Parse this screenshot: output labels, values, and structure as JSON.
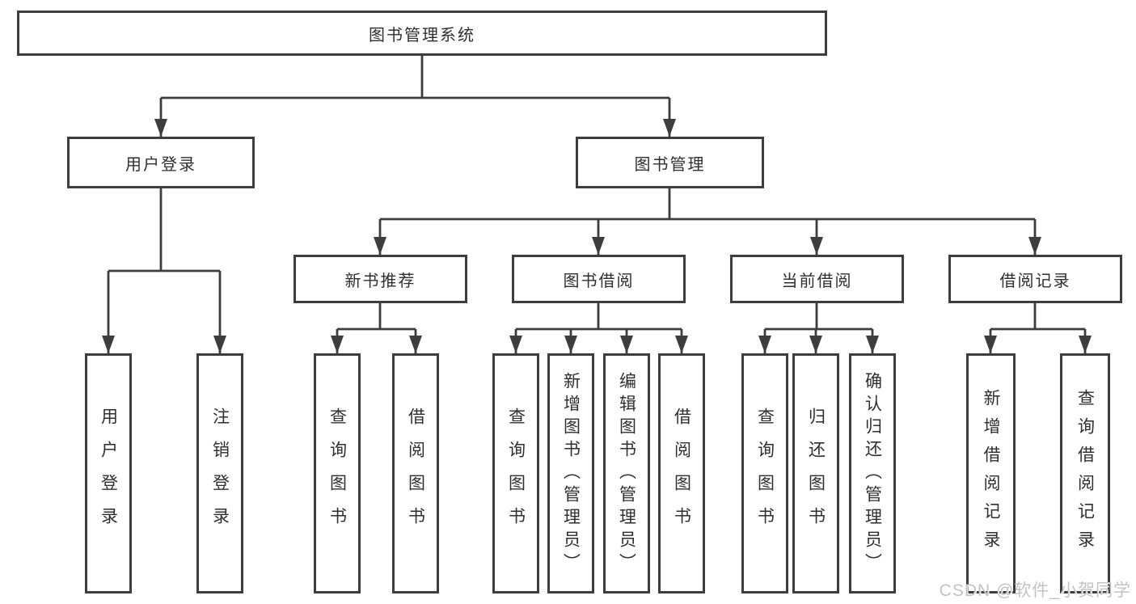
{
  "colors": {
    "line": "#3d3d3d",
    "text": "#2f2f2f",
    "bg": "#ffffff",
    "watermark": "#c3c3c3"
  },
  "nodes": {
    "root": {
      "label": "图书管理系统"
    },
    "level2": [
      {
        "label": "用户登录"
      },
      {
        "label": "图书管理"
      }
    ],
    "level3": [
      {
        "label": "新书推荐"
      },
      {
        "label": "图书借阅"
      },
      {
        "label": "当前借阅"
      },
      {
        "label": "借阅记录"
      }
    ],
    "leaves": [
      {
        "label": "用户登录"
      },
      {
        "label": "注销登录"
      },
      {
        "label": "查询图书"
      },
      {
        "label": "借阅图书"
      },
      {
        "label": "查询图书"
      },
      {
        "label": "新增图书（管理员）"
      },
      {
        "label": "编辑图书（管理员）"
      },
      {
        "label": "借阅图书"
      },
      {
        "label": "查询图书"
      },
      {
        "label": "归还图书"
      },
      {
        "label": "确认归还（管理员）"
      },
      {
        "label": "新增借阅记录"
      },
      {
        "label": "查询借阅记录"
      }
    ]
  },
  "watermark": {
    "text": "CSDN @软件_小贺同学"
  }
}
